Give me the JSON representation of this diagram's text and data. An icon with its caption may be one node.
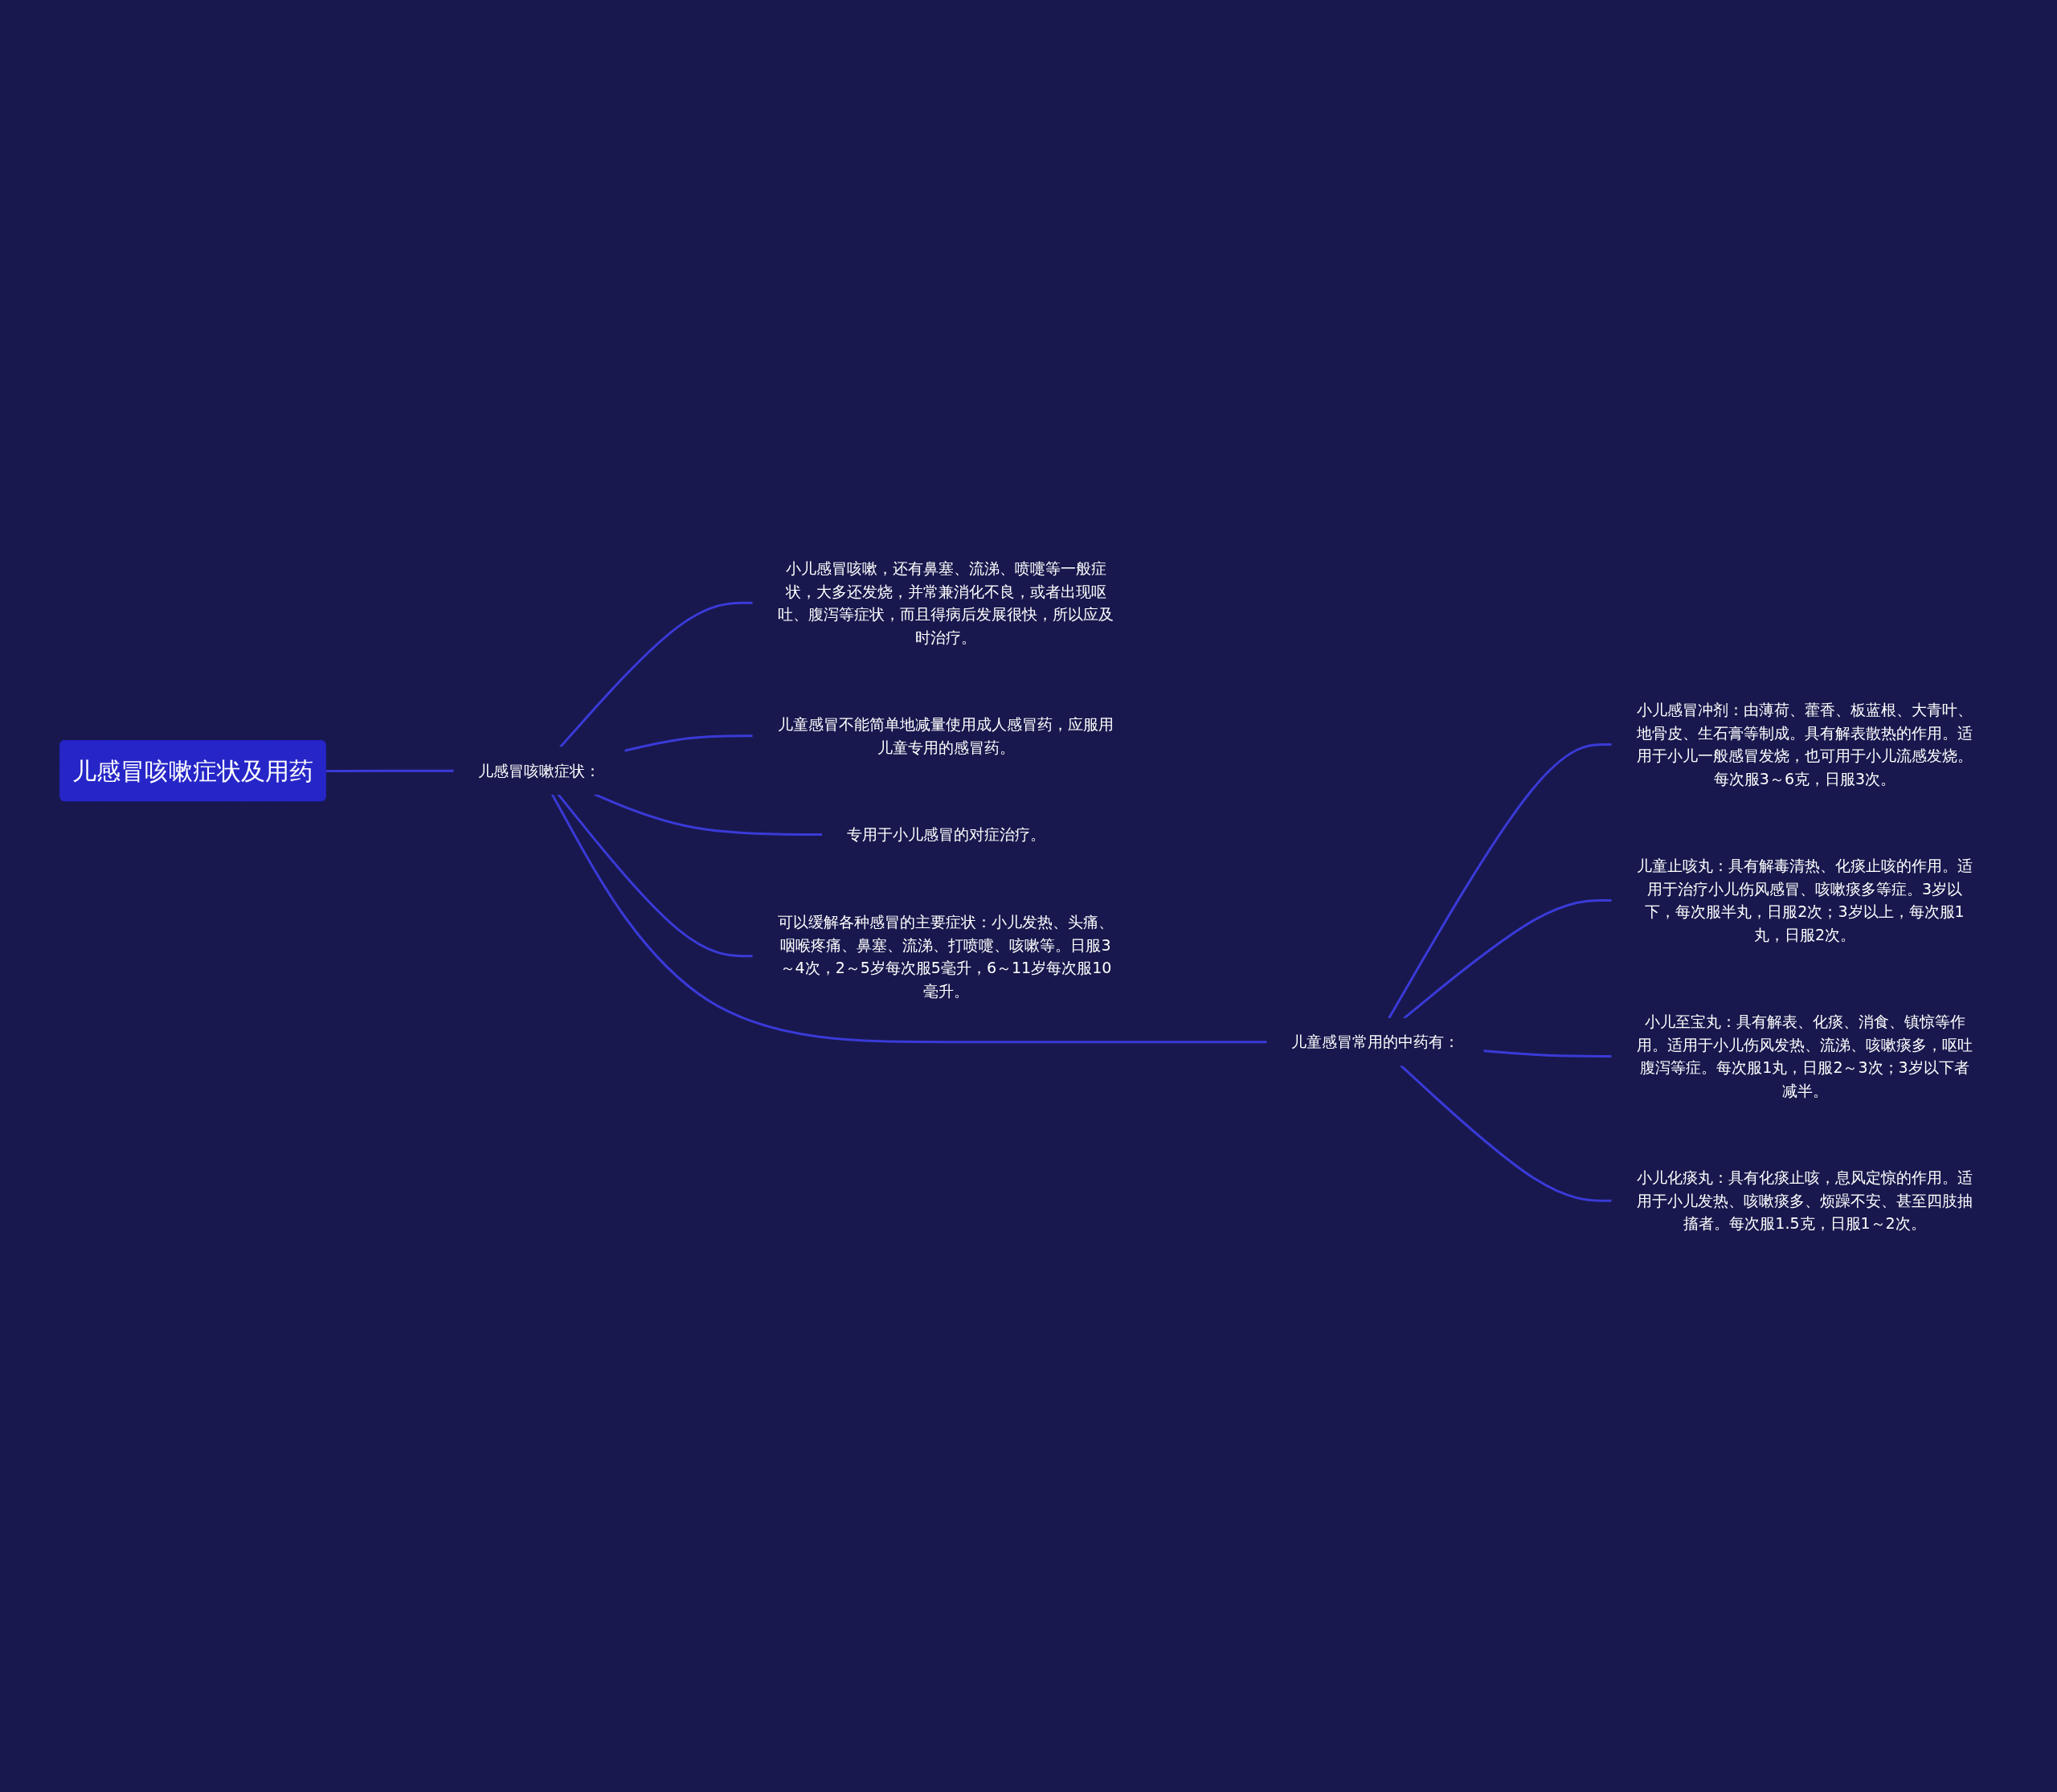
{
  "diagram": {
    "nodes": [
      {
        "text": [
          "儿感冒咳嗽症状及用药"
        ]
      },
      {
        "text": [
          "儿感冒咳嗽症状："
        ]
      },
      {
        "text": [
          "小儿感冒咳嗽，还有鼻塞、流涕、喷嚏等一般症状，大多还发烧，并常兼消化不良，或者出现呕吐、腹泻等症状，而且得病后发展很快，所以应及时治疗。"
        ]
      },
      {
        "text": [
          "儿童感冒不能简单地减量使用成人感冒药，应服用儿童专用的感冒药。"
        ]
      },
      {
        "text": [
          "专用于小儿感冒的对症治疗。"
        ]
      },
      {
        "text": [
          "可以缓解各种感冒的主要症状：小儿发热、头痛、咽喉疼痛、鼻塞、流涕、打喷嚏、咳嗽等。日服3～4次，2～5岁每次服5毫升，6～11岁每次服10毫升。"
        ]
      },
      {
        "text": [
          "儿童感冒常用的中药有："
        ]
      },
      {
        "text": [
          "小儿感冒冲剂：由薄荷、藿香、板蓝根、大青叶、地骨皮、生石膏等制成。具有解表散热的作用。适用于小儿一般感冒发烧，也可用于小儿流感发烧。每次服3～6克，日服3次。"
        ]
      },
      {
        "text": [
          "儿童止咳丸：具有解毒清热、化痰止咳的作用。适用于治疗小儿伤风感冒、咳嗽痰多等症。3岁以下，每次服半丸，日服2次；3岁以上，每次服1丸，日服2次。"
        ]
      },
      {
        "text": [
          "小儿至宝丸：具有解表、化痰、消食、镇惊等作用。适用于小儿伤风发热、流涕、咳嗽痰多，呕吐腹泻等症。每次服1丸，日服2～3次；3岁以下者减半。"
        ]
      },
      {
        "text": [
          "小儿化痰丸：具有化痰止咳，息风定惊的作用。适用于小儿发热、咳嗽痰多、烦躁不安、甚至四肢抽搐者。每次服1.5克，日服1～2次。"
        ]
      }
    ],
    "edges": [
      {
        "from": 0,
        "to": 1,
        "arrow": "none"
      },
      {
        "from": 1,
        "to": 2,
        "arrow": "none"
      },
      {
        "from": 1,
        "to": 3,
        "arrow": "none"
      },
      {
        "from": 1,
        "to": 4,
        "arrow": "none"
      },
      {
        "from": 1,
        "to": 5,
        "arrow": "none"
      },
      {
        "from": 1,
        "to": 6,
        "arrow": "none"
      },
      {
        "from": 6,
        "to": 7,
        "arrow": "none"
      },
      {
        "from": 6,
        "to": 8,
        "arrow": "none"
      },
      {
        "from": 6,
        "to": 9,
        "arrow": "none"
      },
      {
        "from": 6,
        "to": 10,
        "arrow": "none"
      }
    ]
  }
}
